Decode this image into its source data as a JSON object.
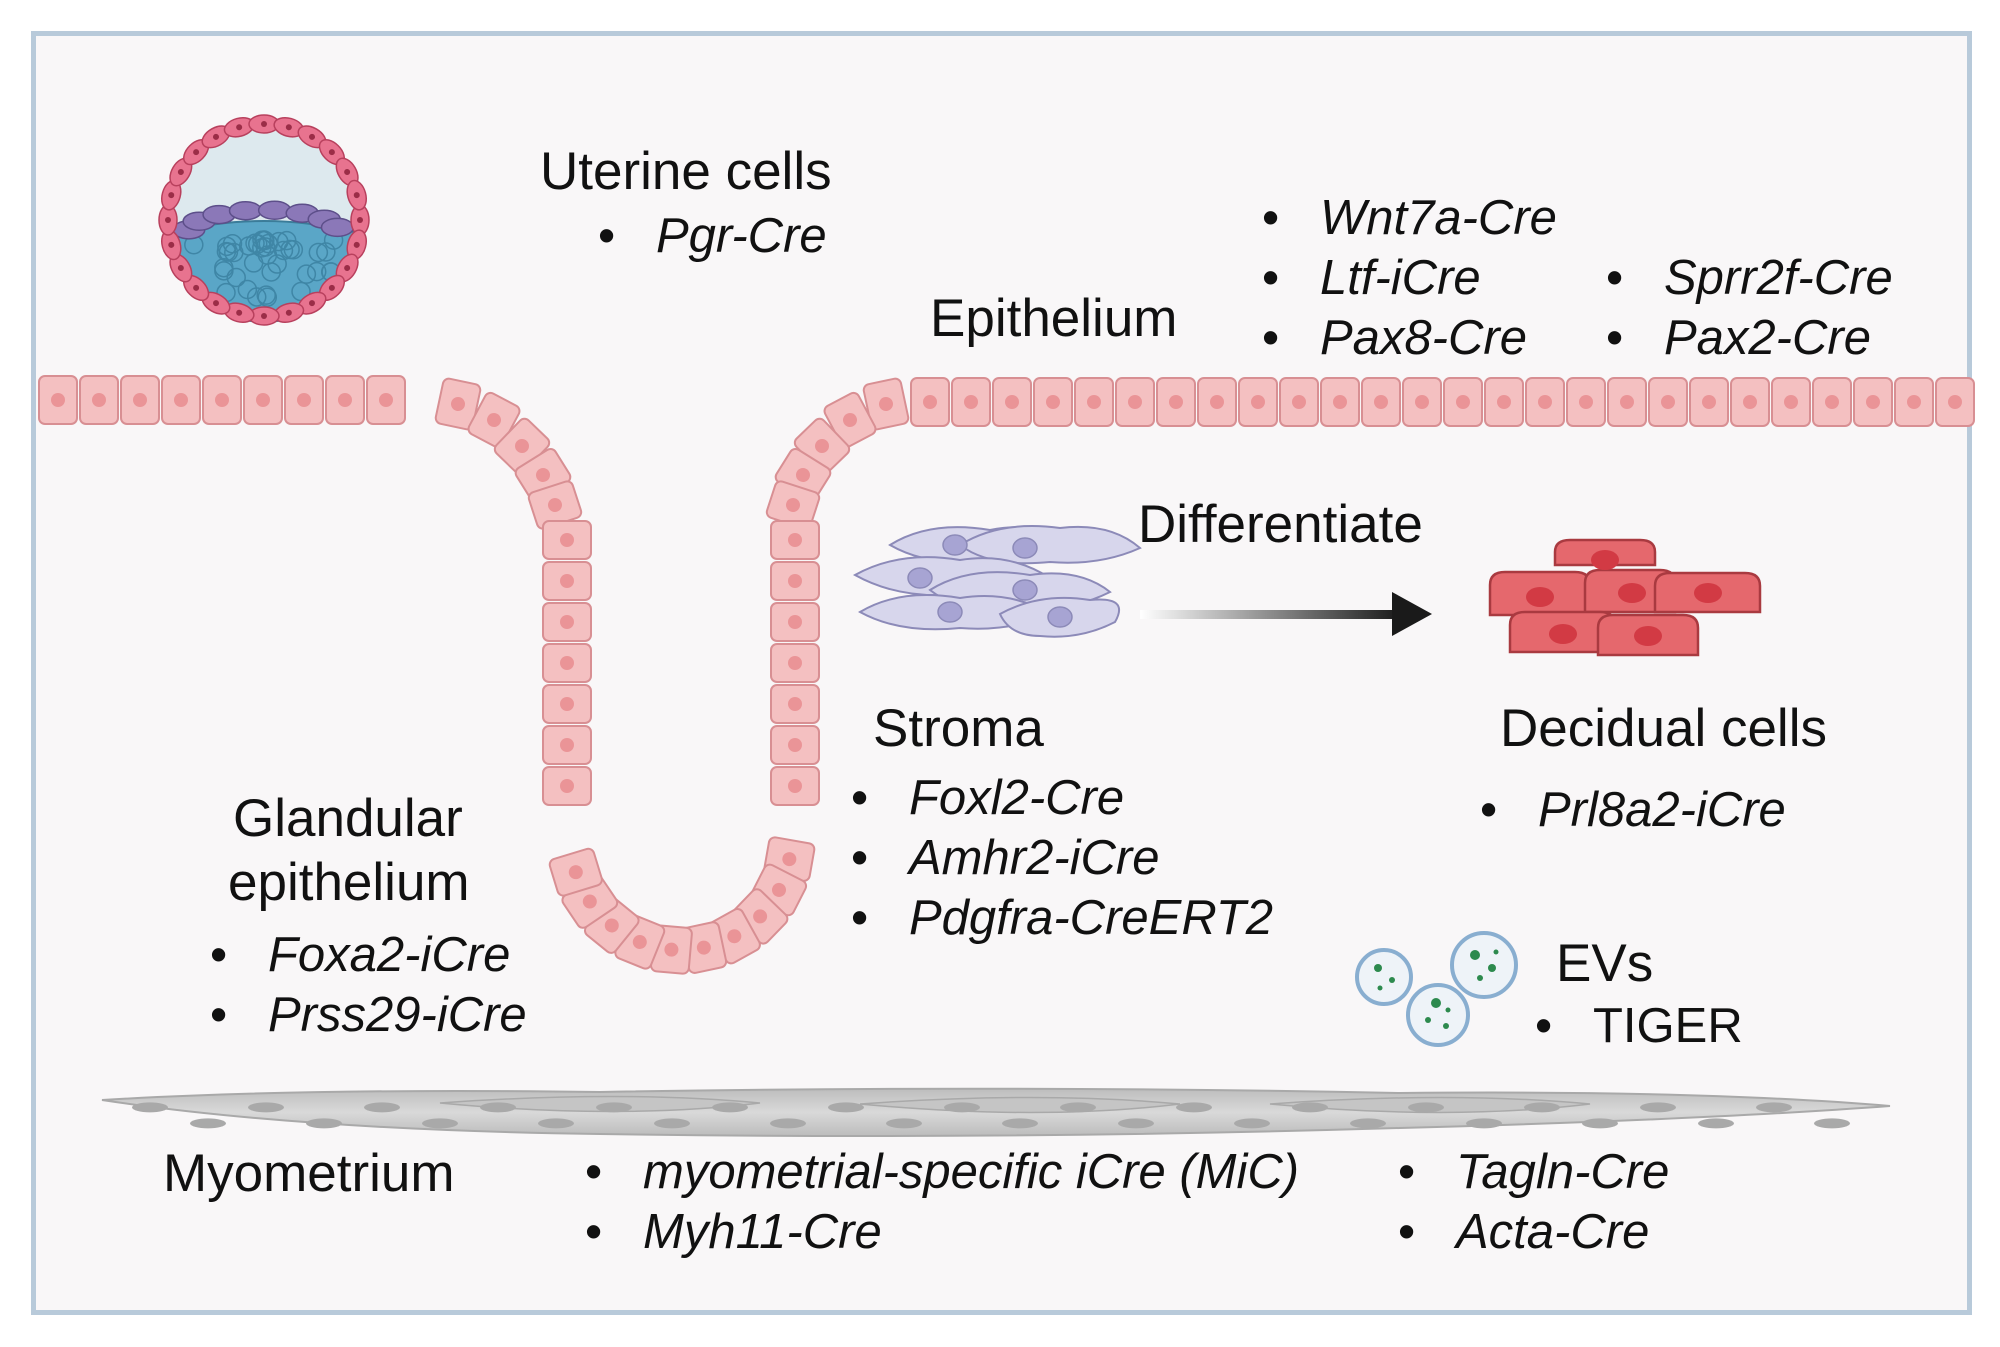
{
  "groups": {
    "uterine": {
      "title": "Uterine cells",
      "genes": [
        "Pgr-Cre"
      ]
    },
    "epithelium": {
      "title": "Epithelium",
      "genes_col1": [
        "Wnt7a-Cre",
        "Ltf-iCre",
        "Pax8-Cre"
      ],
      "genes_col2": [
        "Sprr2f-Cre",
        "Pax2-Cre"
      ]
    },
    "glandular": {
      "title_line1": "Glandular",
      "title_line2": "epithelium",
      "genes": [
        "Foxa2-iCre",
        "Prss29-iCre"
      ]
    },
    "stroma": {
      "title": "Stroma",
      "genes": [
        "Foxl2-Cre",
        "Amhr2-iCre",
        "Pdgfra-CreERT2"
      ]
    },
    "differentiate": {
      "label": "Differentiate"
    },
    "decidual": {
      "title": "Decidual cells",
      "genes": [
        "Prl8a2-iCre"
      ]
    },
    "evs": {
      "title": "EVs",
      "genes": [
        "TIGER"
      ]
    },
    "myometrium": {
      "title": "Myometrium",
      "genes_col1": [
        "myometrial-specific iCre (MiC)",
        "Myh11-Cre"
      ],
      "genes_col2": [
        "Tagln-Cre",
        "Acta-Cre"
      ]
    }
  },
  "colors": {
    "epithelial_cell": "#f4c0c1",
    "epithelial_nucleus": "#ea9497",
    "stromal_cell": "#d7d6ec",
    "decidual_cell": "#e5686d",
    "myometrium": "#cfcfcf",
    "embryo_cell": "#e8738f",
    "inner_cell_mass": "#5aa6c7",
    "frame_border": "#b8cada"
  },
  "icons": [
    "blastocyst-icon",
    "stromal-cells-icon",
    "decidual-cells-icon",
    "extracellular-vesicles-icon",
    "myometrium-muscle-icon",
    "differentiate-arrow-icon"
  ]
}
